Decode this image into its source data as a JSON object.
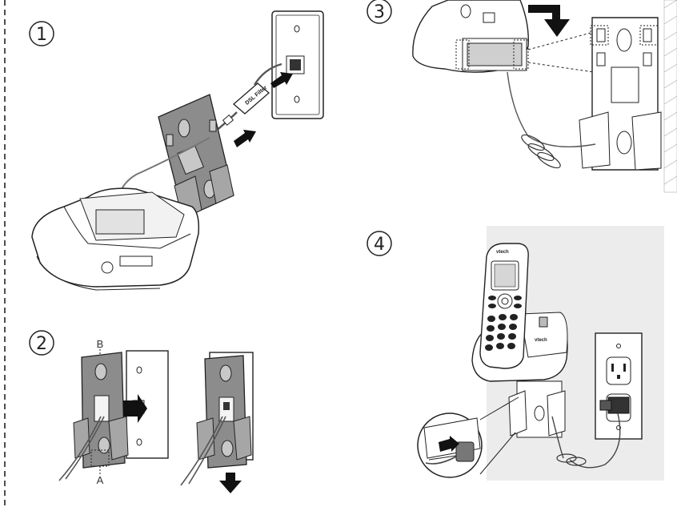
{
  "steps": [
    {
      "number": "1"
    },
    {
      "number": "2",
      "callout_top": "B",
      "callout_bottom": "A"
    },
    {
      "number": "3"
    },
    {
      "number": "4"
    }
  ],
  "filter_label": "DSL Filter",
  "brand_handset": "vtech",
  "brand_base": "vtech",
  "colors": {
    "line": "#222222",
    "bracket_fill": "#8c8c8c",
    "bracket_light": "#c8c8c8",
    "panel_bg": "#ececec",
    "arrow": "#111111"
  }
}
